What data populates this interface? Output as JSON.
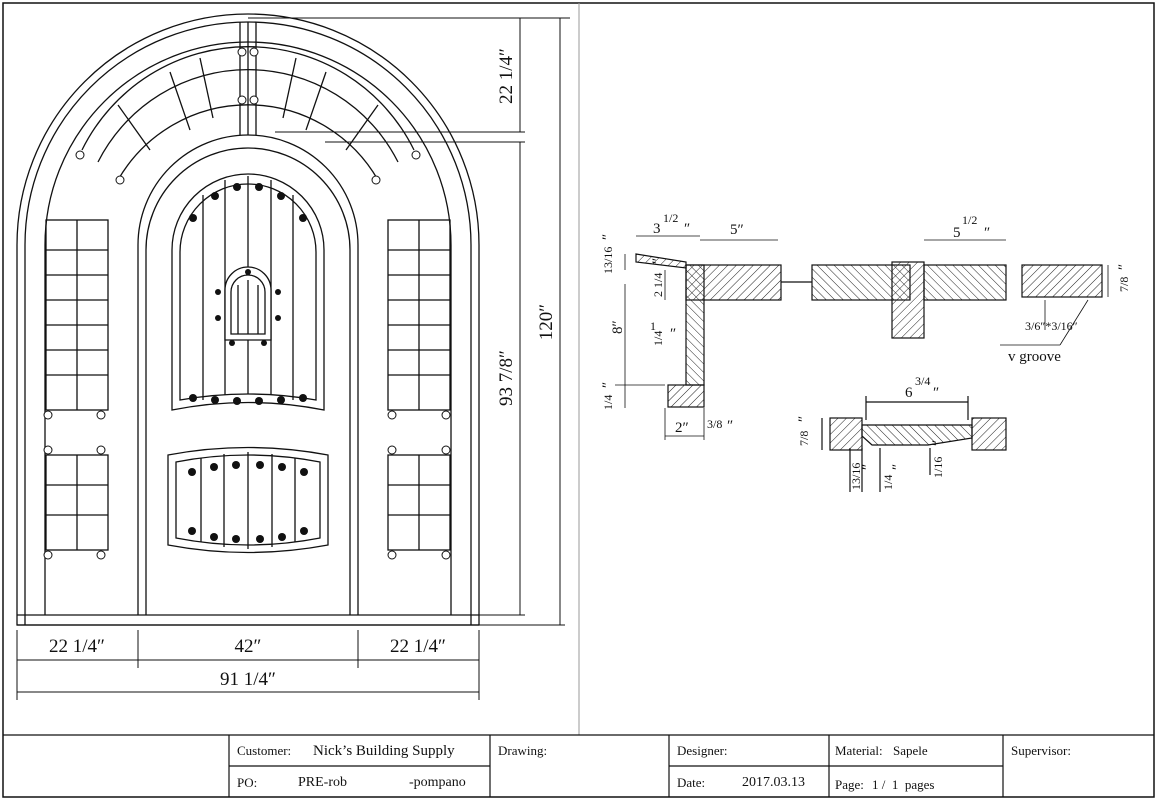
{
  "elevation": {
    "dims": {
      "arch_height": "22 1/4″",
      "door_height": "93 7/8″",
      "overall_height": "120″",
      "left_sidelite": "22 1/4″",
      "door_width": "42″",
      "right_sidelite": "22 1/4″",
      "overall_width": "91 1/4″"
    }
  },
  "section": {
    "dims": {
      "a_whole": "3",
      "a_frac": "1/2",
      "a_unit": "″",
      "b": "5″",
      "c_whole": "5",
      "c_frac": "1/2",
      "c_unit": "″",
      "d_frac": "13/16",
      "d_unit": "″",
      "e_whole": "2",
      "e_frac": "1/4",
      "e_unit": "″",
      "f": "8″",
      "g_whole": "1",
      "g_frac": "1/4",
      "g_unit": "″",
      "h_frac": "1/4",
      "h_unit": "″",
      "i": "2″",
      "j_frac": "3/8",
      "j_unit": "″",
      "k_frac": "7/8",
      "k_unit": "″",
      "groove_size": "3/6″*3/16″",
      "groove_label": "v groove"
    },
    "panel_dims": {
      "width_whole": "6",
      "width_frac": "3/4",
      "width_unit": "″",
      "thick_frac": "7/8",
      "thick_unit": "″",
      "p1_frac": "13/16",
      "p1_unit": "″",
      "p2_frac": "1/4",
      "p2_unit": "″",
      "p3_frac": "1/16",
      "p3_unit": "″"
    }
  },
  "title_block": {
    "customer_label": "Customer:",
    "customer_value": "Nick’s Building Supply",
    "po_label": "PO:",
    "po_value_1": "PRE-rob",
    "po_value_2": "-pompano",
    "drawing_label": "Drawing:",
    "designer_label": "Designer:",
    "date_label": "Date:",
    "date_value": "2017.03.13",
    "material_label": "Material:",
    "material_value": "Sapele",
    "page_label": "Page:",
    "page_value": "1 /  1  pages",
    "supervisor_label": "Supervisor:"
  }
}
